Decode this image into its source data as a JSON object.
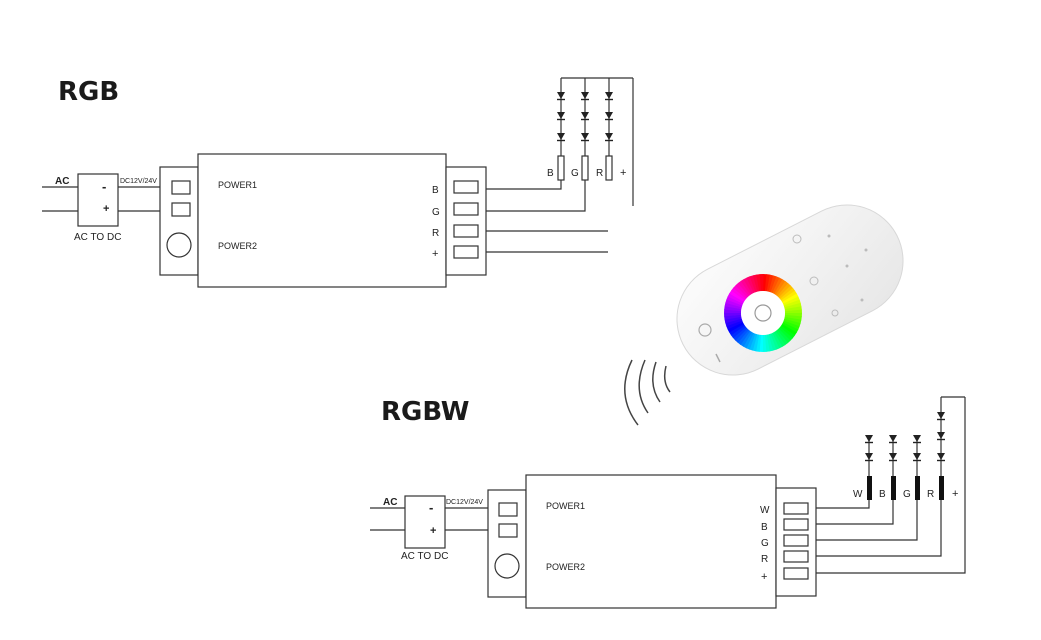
{
  "rgb": {
    "title": "RGB",
    "ac": "AC",
    "dc_voltage": "DC12V/24V",
    "minus": "-",
    "plus": "+",
    "converter": "AC TO DC",
    "power1": "POWER1",
    "power2": "POWER2",
    "terminals": [
      "B",
      "G",
      "R",
      "+"
    ],
    "strip_labels": [
      "B",
      "G",
      "R",
      "+"
    ]
  },
  "rgbw": {
    "title": "RGBW",
    "ac": "AC",
    "dc_voltage": "DC12V/24V",
    "minus": "-",
    "plus": "+",
    "converter": "AC TO DC",
    "power1": "POWER1",
    "power2": "POWER2",
    "terminals": [
      "W",
      "B",
      "G",
      "R",
      "+"
    ],
    "strip_labels": [
      "W",
      "B",
      "G",
      "R",
      "+"
    ]
  },
  "remote": {
    "icons": [
      "power-icon",
      "brightness-icon",
      "speed-icon",
      "mode-icon"
    ],
    "wheel_colors": [
      "#ff0000",
      "#ffff00",
      "#00ff00",
      "#00ffff",
      "#0000ff",
      "#ff00ff",
      "#ff0000"
    ]
  }
}
